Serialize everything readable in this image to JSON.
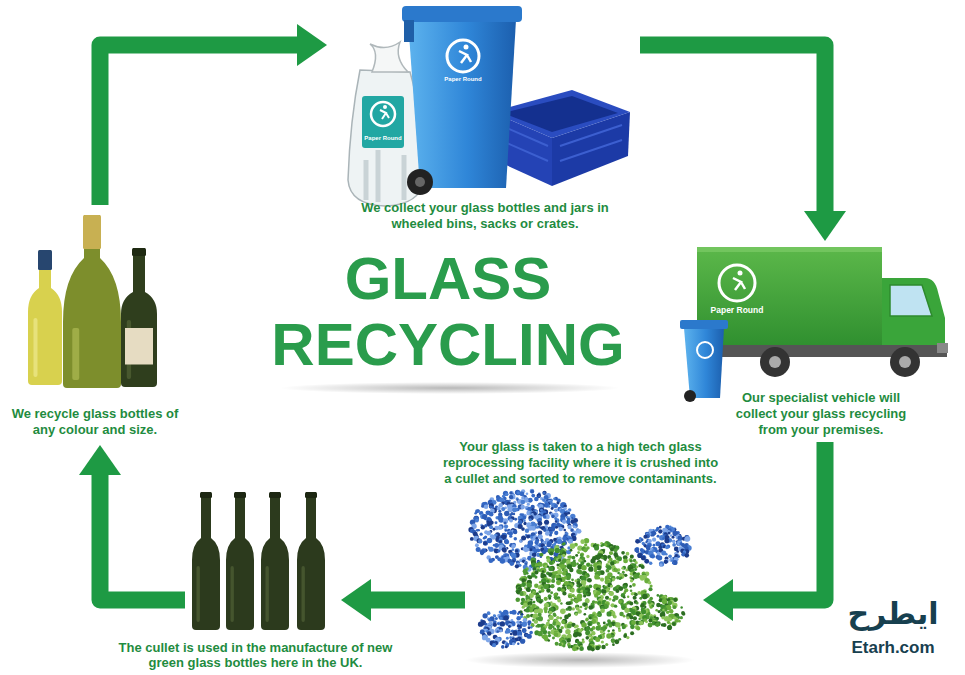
{
  "diagram": {
    "title": "GLASS RECYCLING",
    "nodes": [
      {
        "text": [
          "We collect your glass bottles and jars in wheeled bins, sacks or crates."
        ]
      },
      {
        "text": [
          "Our specialist vehicle will collect your glass recycling from your premises."
        ]
      },
      {
        "text": [
          "Your glass is taken to a high tech glass reprocessing facility where it is crushed into a cullet and sorted to remove contaminants."
        ]
      },
      {
        "text": [
          "The cullet is used in the manufacture of new green glass bottles here in the UK."
        ]
      },
      {
        "text": [
          "We recycle glass bottles of any colour and size."
        ]
      }
    ],
    "edges": [
      {
        "from": 0,
        "to": 1,
        "arrow": "to"
      },
      {
        "from": 1,
        "to": 2,
        "arrow": "to"
      },
      {
        "from": 2,
        "to": 3,
        "arrow": "to"
      },
      {
        "from": 3,
        "to": 4,
        "arrow": "to"
      },
      {
        "from": 4,
        "to": 0,
        "arrow": "to"
      }
    ],
    "labels": [
      "Paper Round",
      "Paper Round",
      "Paper Round",
      "ایطرح",
      "Etarh.com"
    ]
  }
}
